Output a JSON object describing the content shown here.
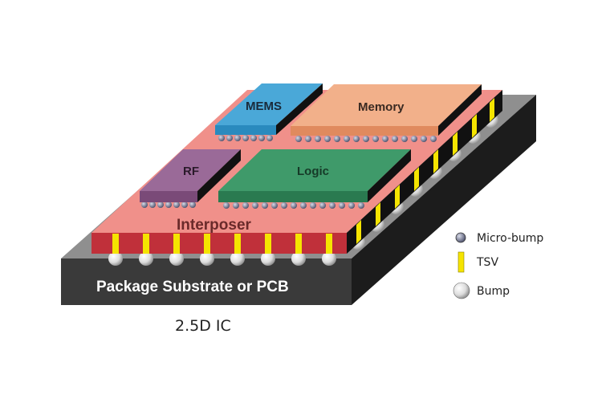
{
  "diagram": {
    "caption": "2.5D IC",
    "layers": {
      "substrate": "Package Substrate or PCB",
      "interposer": "Interposer"
    },
    "chips": {
      "mems": "MEMS",
      "memory": "Memory",
      "rf": "RF",
      "logic": "Logic"
    },
    "legend": {
      "micro_bump": "Micro-bump",
      "tsv": "TSV",
      "bump": "Bump"
    },
    "colors": {
      "substrate_top": "#8f8f8f",
      "substrate_front": "#3a3a3a",
      "interposer_top": "#f0908a",
      "interposer_front": "#c0303a",
      "tsv": "#f5e400",
      "mems": "#4aa8d8",
      "memory": "#f2b08a",
      "rf": "#9a6a98",
      "logic": "#3f9a6a"
    }
  }
}
